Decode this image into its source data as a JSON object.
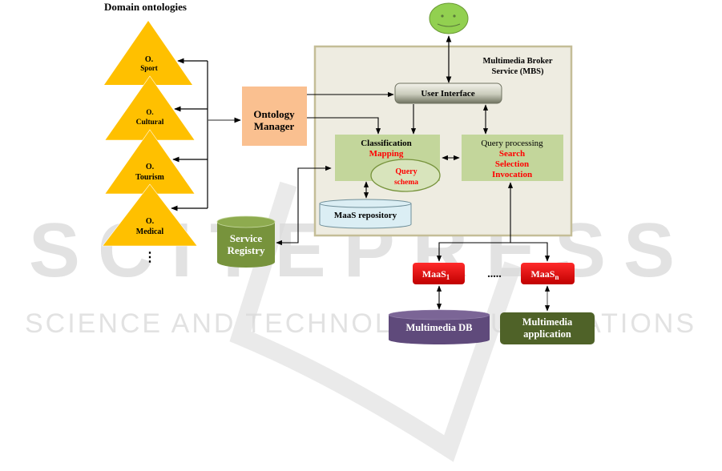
{
  "title": "Domain ontologies",
  "ontologies": [
    {
      "prefix": "O.",
      "name": "Sport"
    },
    {
      "prefix": "O.",
      "name": "Cultural"
    },
    {
      "prefix": "O.",
      "name": "Tourism"
    },
    {
      "prefix": "O.",
      "name": "Medical"
    }
  ],
  "ellipsis_vertical": "⋮",
  "ontology_manager": {
    "line1": "Ontology",
    "line2": "Manager"
  },
  "service_registry": {
    "line1": "Service",
    "line2": "Registry"
  },
  "user_icon": "smiley-user-icon",
  "mbs": {
    "title_line1": "Multimedia Broker",
    "title_line2": "Service (MBS)",
    "user_interface": "User Interface",
    "classification": {
      "title": "Classification",
      "item": "Mapping"
    },
    "query_schema": {
      "line1": "Query",
      "line2": "schema"
    },
    "query_processing": {
      "title": "Query processing",
      "items": [
        "Search",
        "Selection",
        "Invocation"
      ]
    },
    "maas_repository": "MaaS repository"
  },
  "services": {
    "first": {
      "base": "MaaS",
      "sub": "1"
    },
    "dots": ".....",
    "last": {
      "base": "MaaS",
      "sub": "n"
    }
  },
  "multimedia_db": "Multimedia DB",
  "multimedia_app": {
    "line1": "Multimedia",
    "line2": "application"
  },
  "watermark": {
    "line1": "SCITEPRESS",
    "line2": "SCIENCE AND TECHNOLOGY PUBLICATIONS"
  },
  "colors": {
    "ontology": "#FFC000",
    "ontology_manager": "#FAC090",
    "service_registry": "#77933C",
    "mbs_bg": "#EEECE1",
    "mbs_border": "#C4BD97",
    "module_green": "#C3D69B",
    "highlight_red": "#FF0000",
    "maas_red": "#E00000",
    "multimedia_db": "#5F4A7B",
    "multimedia_app": "#4F6228",
    "repository": "#DBEEF4",
    "smiley": "#92D050"
  }
}
